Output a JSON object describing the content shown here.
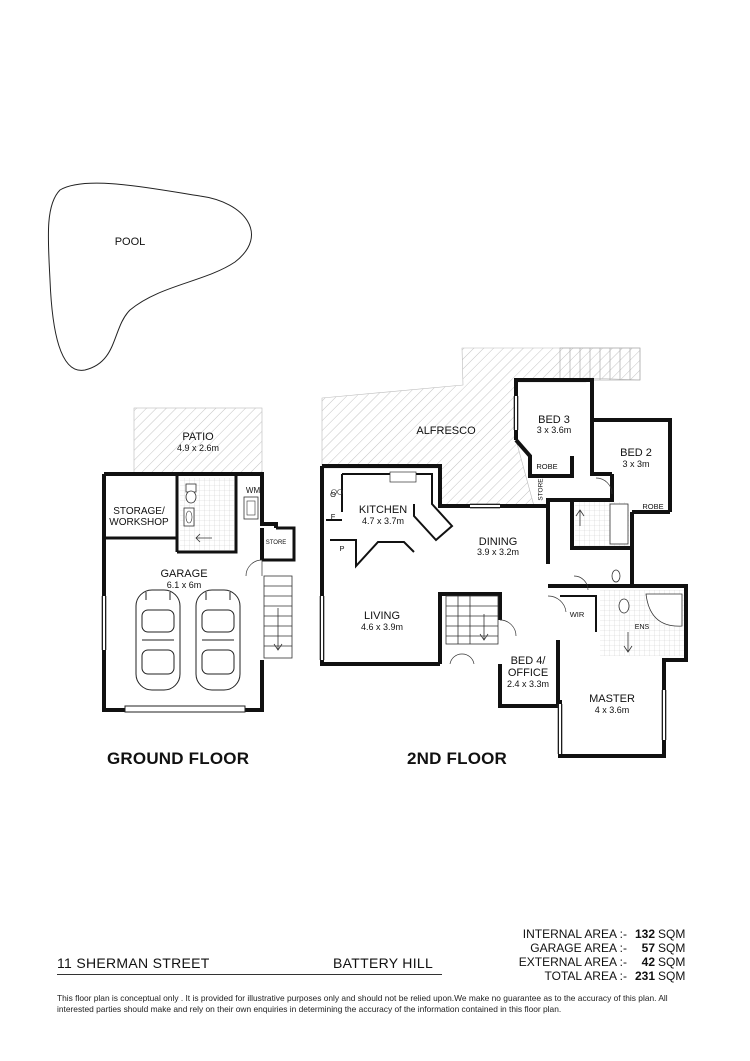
{
  "rooms": {
    "pool": "POOL",
    "patio": {
      "name": "PATIO",
      "dim": "4.9 x 2.6m"
    },
    "storage": "STORAGE/\nWORKSHOP",
    "storage_l1": "STORAGE/",
    "storage_l2": "WORKSHOP",
    "wm": "WM",
    "store_ground": "STORE",
    "garage": {
      "name": "GARAGE",
      "dim": "6.1 x 6m"
    },
    "alfresco": "ALFRESCO",
    "kitchen": {
      "name": "KITCHEN",
      "dim": "4.7 x 3.7m"
    },
    "dining": {
      "name": "DINING",
      "dim": "3.9 x 3.2m"
    },
    "living": {
      "name": "LIVING",
      "dim": "4.6 x 3.9m"
    },
    "bed3": {
      "name": "BED 3",
      "dim": "3 x 3.6m"
    },
    "robe3": "ROBE",
    "bed2": {
      "name": "BED 2",
      "dim": "3 x 3m"
    },
    "robe2": "ROBE",
    "store_upper": "STORE",
    "wir": "WIR",
    "ens": "ENS",
    "bed4_l1": "BED 4/",
    "bed4_l2": "OFFICE",
    "bed4_dim": "2.4 x 3.3m",
    "master": {
      "name": "MASTER",
      "dim": "4 x 3.6m"
    },
    "o": "O",
    "f": "F",
    "p": "P"
  },
  "floor_titles": {
    "ground": "GROUND FLOOR",
    "upper": "2ND FLOOR"
  },
  "address": {
    "street": "11 SHERMAN STREET",
    "suburb": "BATTERY HILL"
  },
  "areas": [
    {
      "label": "INTERNAL AREA :-",
      "value": "132",
      "unit": "SQM"
    },
    {
      "label": "GARAGE AREA :-",
      "value": "57",
      "unit": "SQM"
    },
    {
      "label": "EXTERNAL AREA :-",
      "value": "42",
      "unit": "SQM"
    },
    {
      "label": "TOTAL AREA :-",
      "value": "231",
      "unit": "SQM"
    }
  ],
  "disclaimer": "This floor plan  is conceptual only . It is provided for illustrative purposes only and should not be relied upon.We make no guarantee as to the accuracy of this plan. All interested parties should make and rely on their own enquiries in determining the accuracy of the information contained in this floor plan."
}
